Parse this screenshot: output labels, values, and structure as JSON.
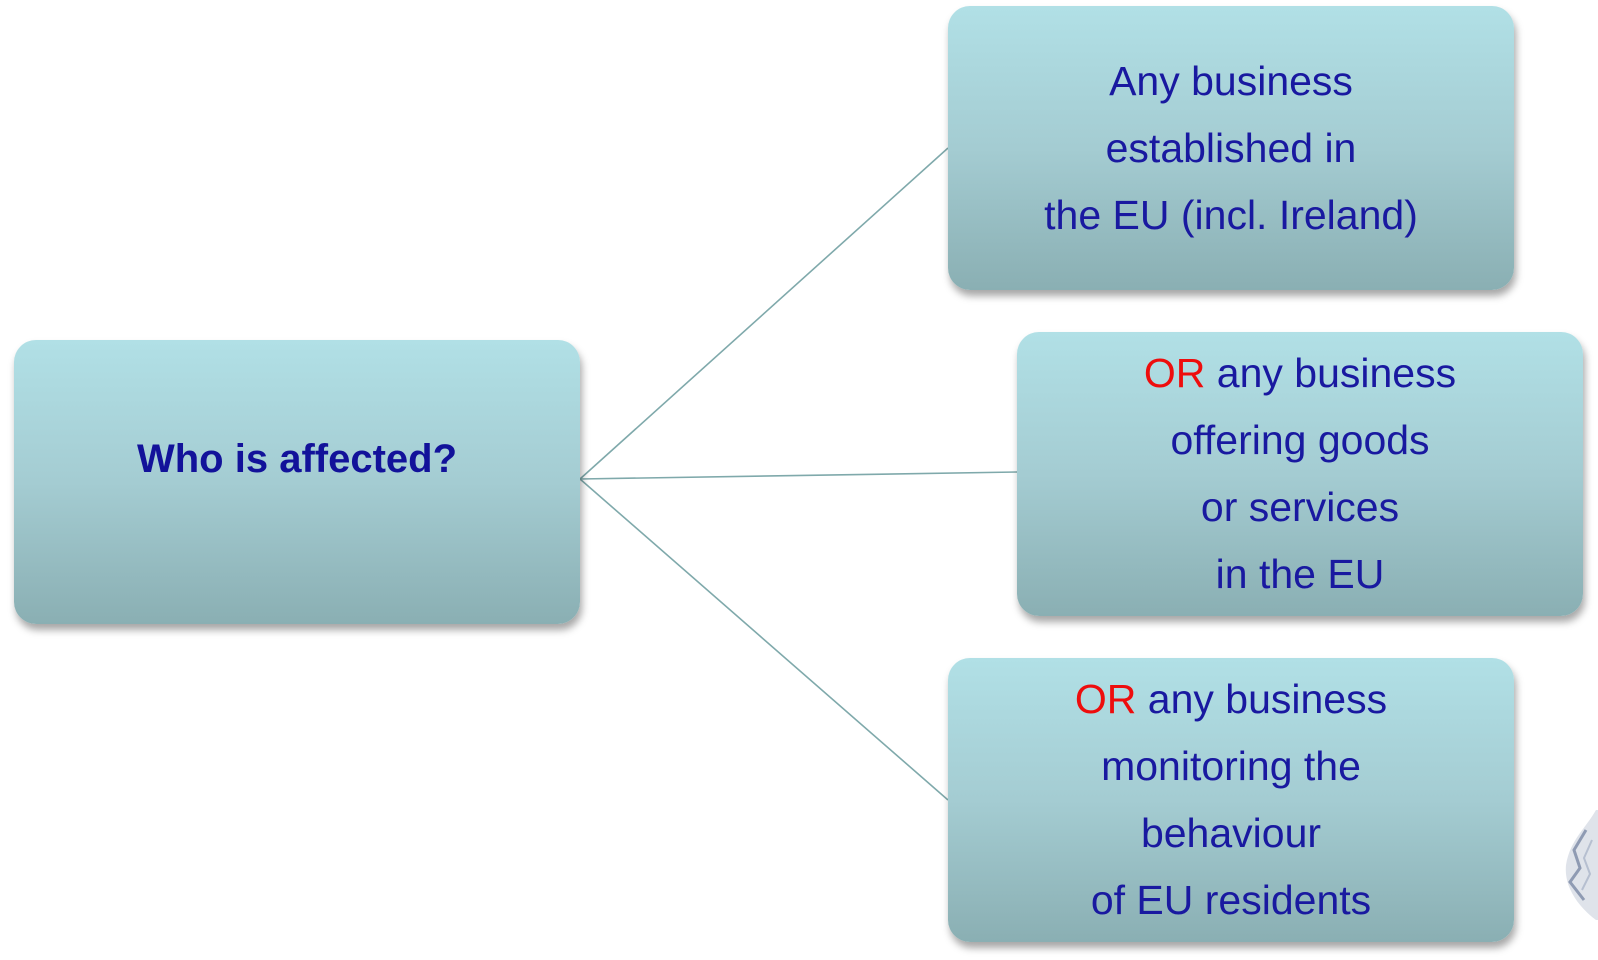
{
  "root": {
    "label": "Who is affected?"
  },
  "boxes": [
    {
      "lines": [
        "Any business",
        "established in",
        "the EU (incl. Ireland)"
      ]
    },
    {
      "prefix": "OR",
      "first": "any business",
      "lines": [
        "offering goods",
        "or services",
        "in the EU"
      ]
    },
    {
      "prefix": "OR",
      "first": "any business",
      "lines": [
        "monitoring the",
        "behaviour",
        "of EU residents"
      ]
    }
  ],
  "colors": {
    "text": "#1919a0",
    "highlight": "#ee0d0d",
    "box_top": "#b1e0e6",
    "box_bottom": "#8aafb3",
    "connector": "#7fa9ab"
  }
}
